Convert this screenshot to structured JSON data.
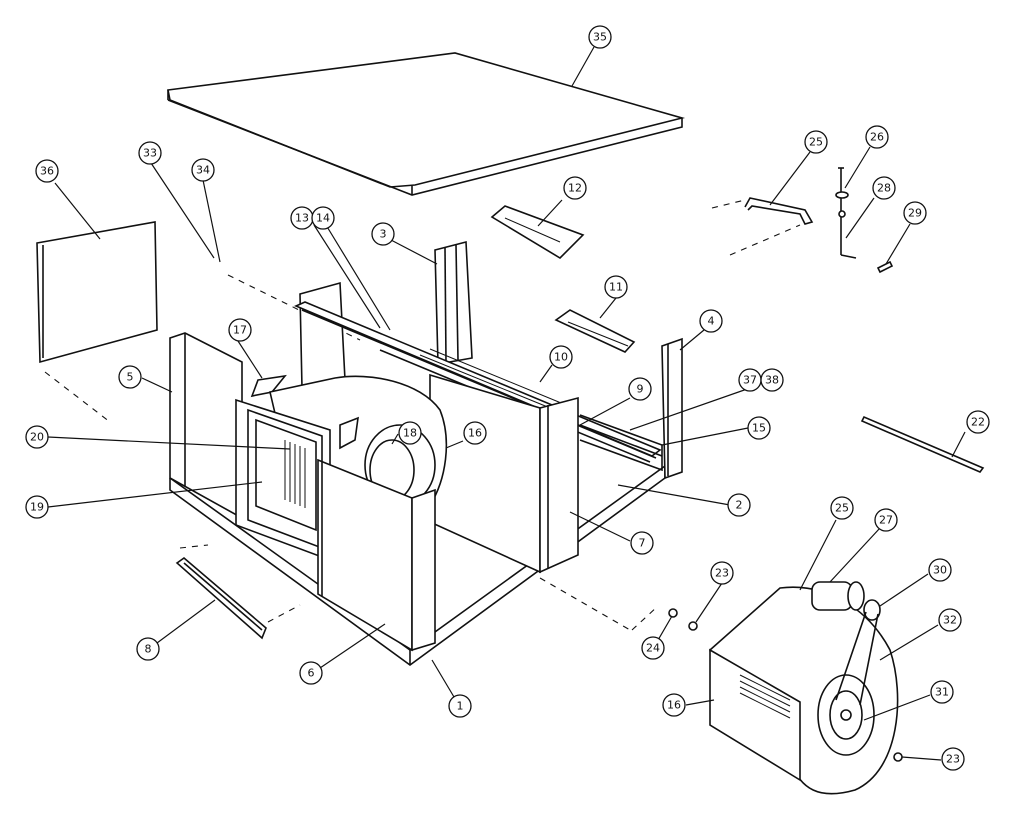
{
  "callouts": [
    {
      "id": "c35",
      "label": "35"
    },
    {
      "id": "c36",
      "label": "36"
    },
    {
      "id": "c33",
      "label": "33"
    },
    {
      "id": "c34",
      "label": "34"
    },
    {
      "id": "c13",
      "label": "13"
    },
    {
      "id": "c14",
      "label": "14"
    },
    {
      "id": "c3",
      "label": "3"
    },
    {
      "id": "c12",
      "label": "12"
    },
    {
      "id": "c25a",
      "label": "25"
    },
    {
      "id": "c26",
      "label": "26"
    },
    {
      "id": "c28",
      "label": "28"
    },
    {
      "id": "c29",
      "label": "29"
    },
    {
      "id": "c11",
      "label": "11"
    },
    {
      "id": "c4",
      "label": "4"
    },
    {
      "id": "c17",
      "label": "17"
    },
    {
      "id": "c5",
      "label": "5"
    },
    {
      "id": "c10",
      "label": "10"
    },
    {
      "id": "c9",
      "label": "9"
    },
    {
      "id": "c37",
      "label": "37"
    },
    {
      "id": "c38",
      "label": "38"
    },
    {
      "id": "c15",
      "label": "15"
    },
    {
      "id": "c22",
      "label": "22"
    },
    {
      "id": "c20",
      "label": "20"
    },
    {
      "id": "c18",
      "label": "18"
    },
    {
      "id": "c16a",
      "label": "16"
    },
    {
      "id": "c2",
      "label": "2"
    },
    {
      "id": "c19",
      "label": "19"
    },
    {
      "id": "c7",
      "label": "7"
    },
    {
      "id": "c25b",
      "label": "25"
    },
    {
      "id": "c27",
      "label": "27"
    },
    {
      "id": "c30",
      "label": "30"
    },
    {
      "id": "c23a",
      "label": "23"
    },
    {
      "id": "c32",
      "label": "32"
    },
    {
      "id": "c24",
      "label": "24"
    },
    {
      "id": "c8",
      "label": "8"
    },
    {
      "id": "c6",
      "label": "6"
    },
    {
      "id": "c1",
      "label": "1"
    },
    {
      "id": "c16b",
      "label": "16"
    },
    {
      "id": "c31",
      "label": "31"
    },
    {
      "id": "c23b",
      "label": "23"
    }
  ]
}
